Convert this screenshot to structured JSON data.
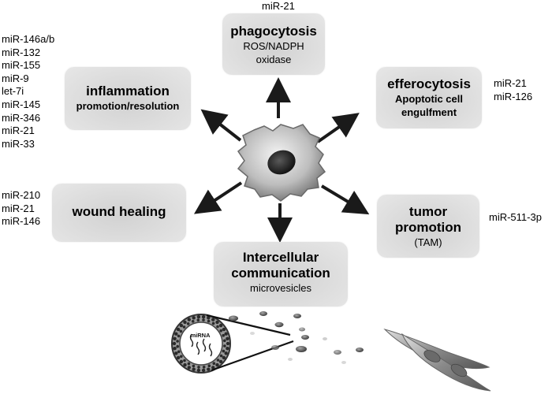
{
  "boxes": {
    "phagocytosis": {
      "title": "phagocytosis",
      "lines": [
        "ROS/NADPH",
        "oxidase"
      ]
    },
    "inflammation": {
      "title": "inflammation",
      "lines": [
        "promotion/resolution"
      ]
    },
    "efferocytosis": {
      "title": "efferocytosis",
      "lines": [
        "Apoptotic cell",
        "engulfment"
      ]
    },
    "wound_healing": {
      "title": "wound healing",
      "lines": []
    },
    "tumor": {
      "title_lines": [
        "tumor",
        "promotion"
      ],
      "lines": [
        "(TAM)"
      ]
    },
    "intercellular": {
      "title_lines": [
        "Intercellular",
        "communication"
      ],
      "lines": [
        "microvesicles"
      ]
    }
  },
  "mirnas": {
    "phagocytosis": [
      "miR-21"
    ],
    "inflammation": [
      "miR-146a/b",
      "miR-132",
      "miR-155",
      "miR-9",
      "let-7i",
      "miR-145",
      "miR-346",
      "miR-21",
      "miR-33"
    ],
    "efferocytosis": [
      "miR-21",
      "miR-126"
    ],
    "wound_healing": [
      "miR-210",
      "miR-21",
      "miR-146"
    ],
    "tumor": [
      "miR-511-3p"
    ]
  },
  "vesicle_label": "miRNA"
}
